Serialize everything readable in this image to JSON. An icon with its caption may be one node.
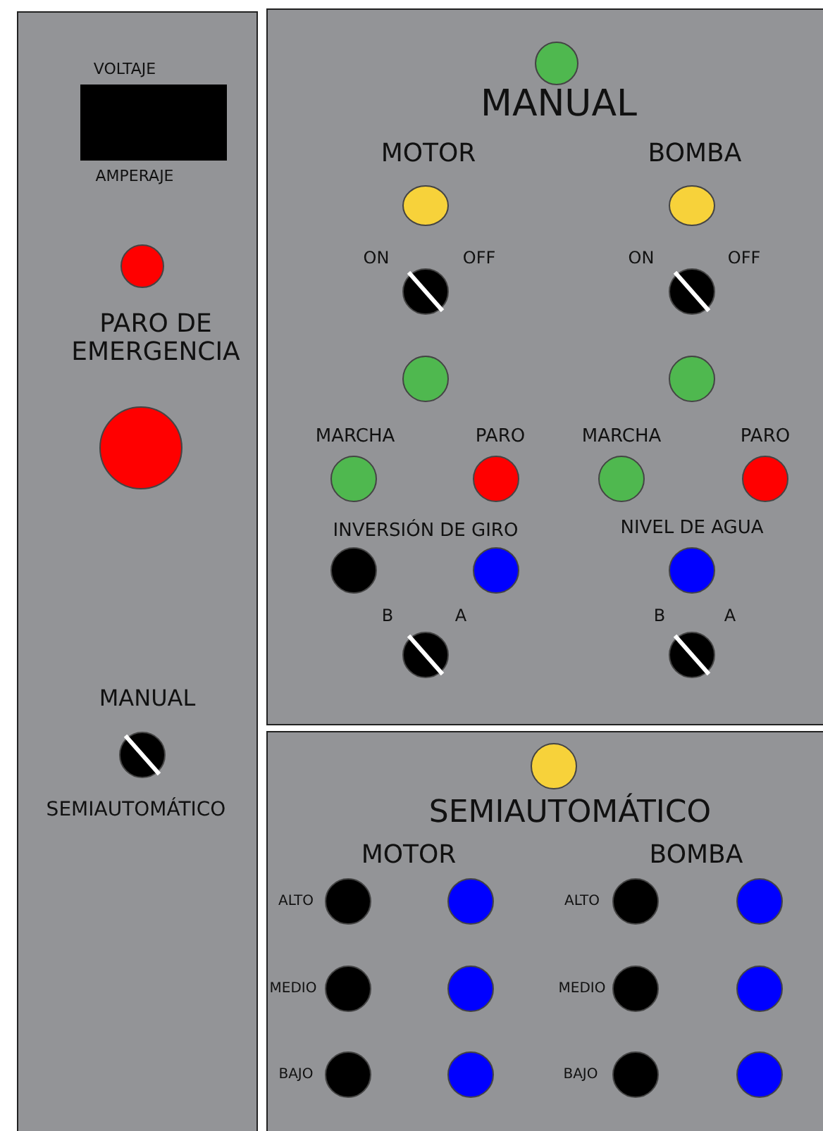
{
  "diagram": {
    "nodes": [
      {
        "text": [
          "VOLTAJE",
          "AMPERAJE",
          "PARO DE EMERGENCIA",
          "MANUAL",
          "SEMIAUTOMÁTICO"
        ]
      },
      {
        "text": [
          "MANUAL"
        ]
      },
      {
        "text": [
          "SEMIAUTOMÁTICO"
        ]
      },
      {
        "text": [],
        "shape": "box",
        "in": 0
      }
    ],
    "labels": [
      "MOTOR",
      "BOMBA",
      "ON",
      "OFF",
      "ON",
      "OFF",
      "MARCHA",
      "PARO",
      "MARCHA",
      "PARO",
      "INVERSIÓN DE GIRO",
      "NIVEL DE AGUA",
      "B",
      "A",
      "B",
      "A",
      "MOTOR",
      "BOMBA",
      "ALTO",
      "ALTO",
      "MEDIO",
      "MEDIO",
      "BAJO",
      "BAJO"
    ]
  }
}
